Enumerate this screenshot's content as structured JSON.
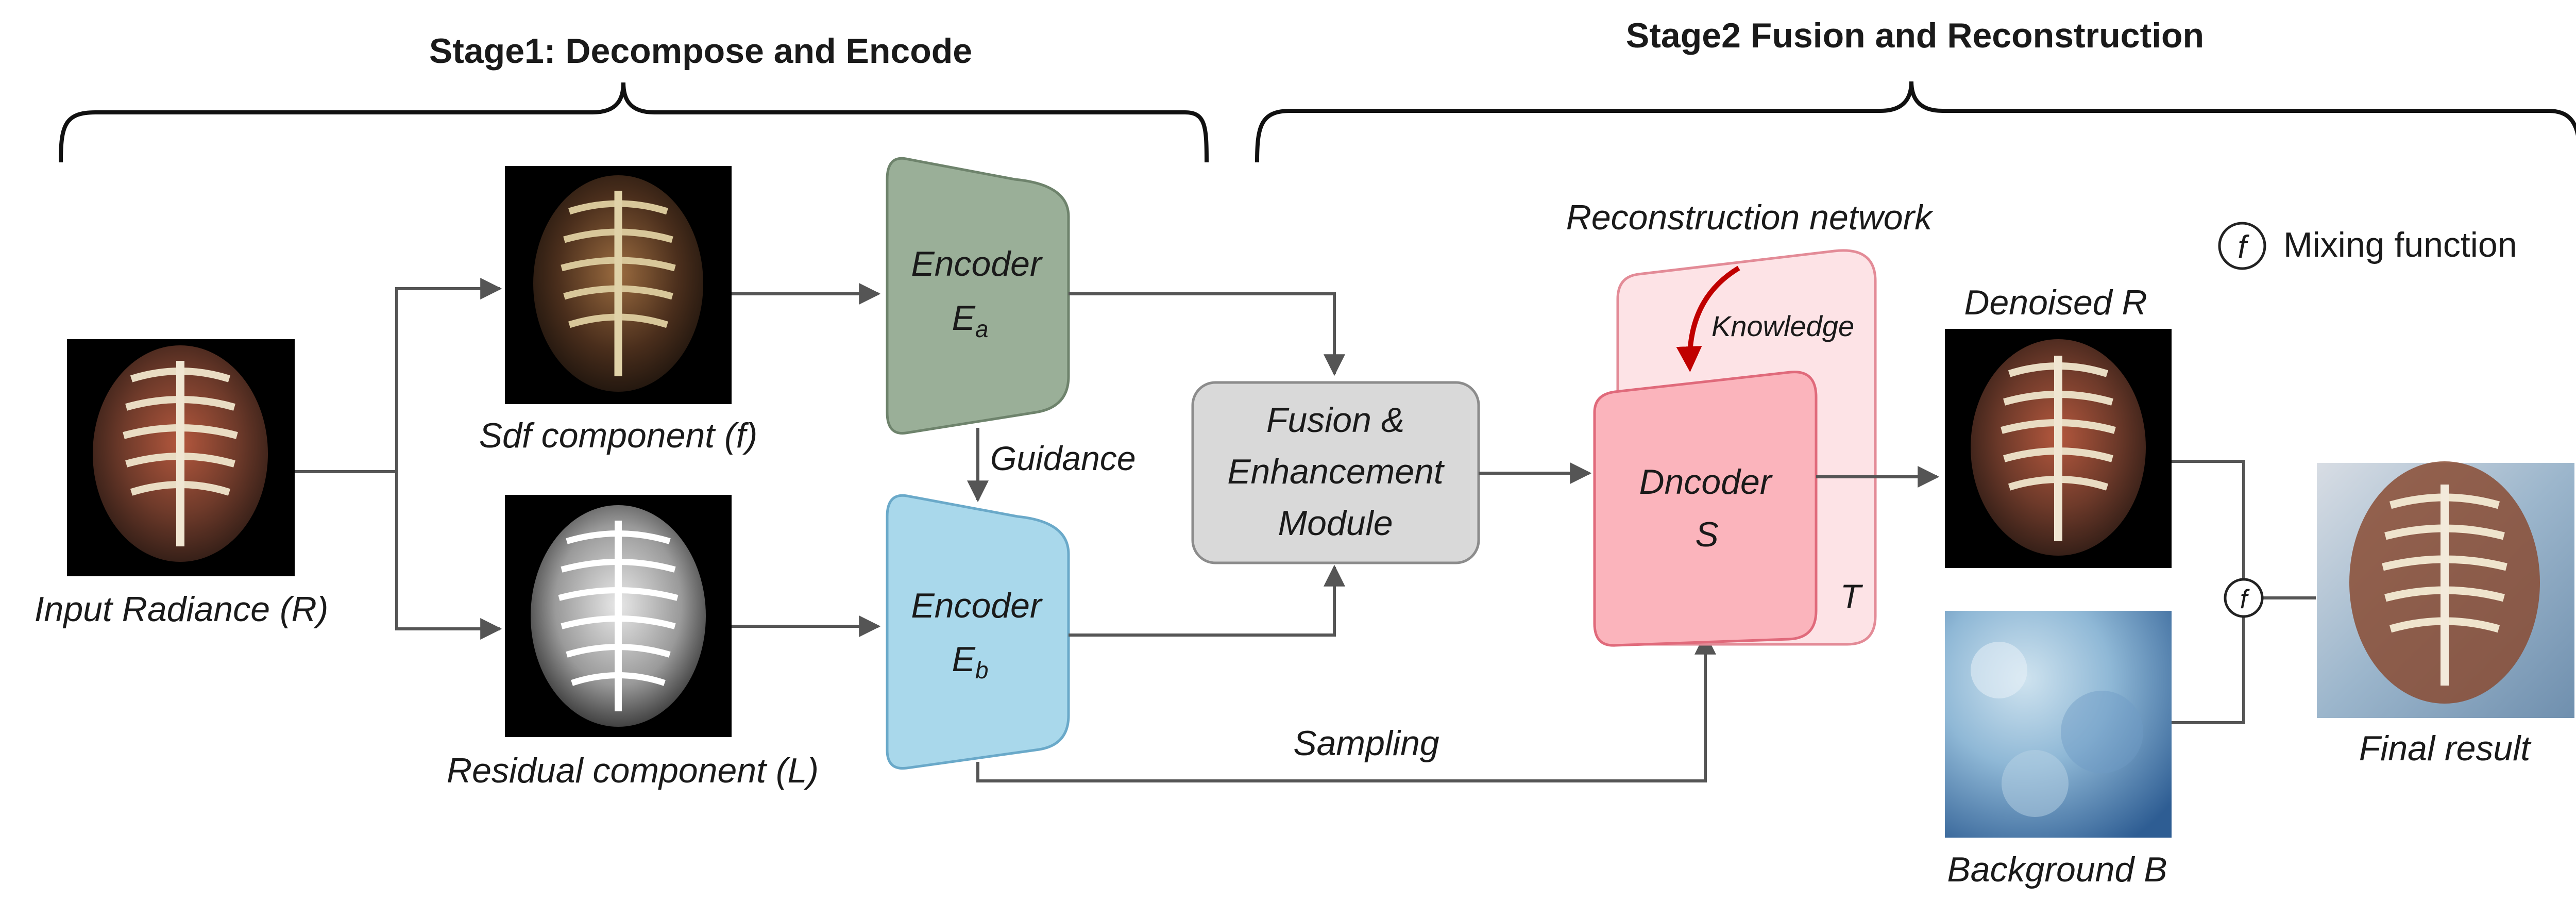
{
  "stage1": {
    "title": "Stage1: Decompose and Encode"
  },
  "stage2": {
    "title": "Stage2 Fusion and Reconstruction"
  },
  "input": {
    "label": "Input Radiance (R)"
  },
  "sdf": {
    "label": "Sdf component (f)"
  },
  "residual": {
    "label": "Residual component (L)"
  },
  "encoder_a": {
    "name": "Encoder",
    "symbol": "E",
    "sub": "a",
    "color": "#9aaf98"
  },
  "encoder_b": {
    "name": "Encoder",
    "symbol": "E",
    "sub": "b",
    "color": "#a9d8eb"
  },
  "guidance": {
    "label": "Guidance"
  },
  "fusion": {
    "line1": "Fusion &",
    "line2": "Enhancement",
    "line3": "Module",
    "color": "#d9d9d9"
  },
  "sampling": {
    "label": "Sampling"
  },
  "recon": {
    "title": "Reconstruction network",
    "knowledge": "Knowledge",
    "teacher": "T",
    "student_line1": "Dncoder",
    "student_line2": "S",
    "teacher_color": "#fde3e6",
    "student_color": "#fbb4bc",
    "arrow_color": "#c00000"
  },
  "denoised": {
    "label": "Denoised R"
  },
  "background": {
    "label": "Background B"
  },
  "mixing": {
    "symbol": "f",
    "label": "Mixing function"
  },
  "final": {
    "label": "Final result"
  }
}
